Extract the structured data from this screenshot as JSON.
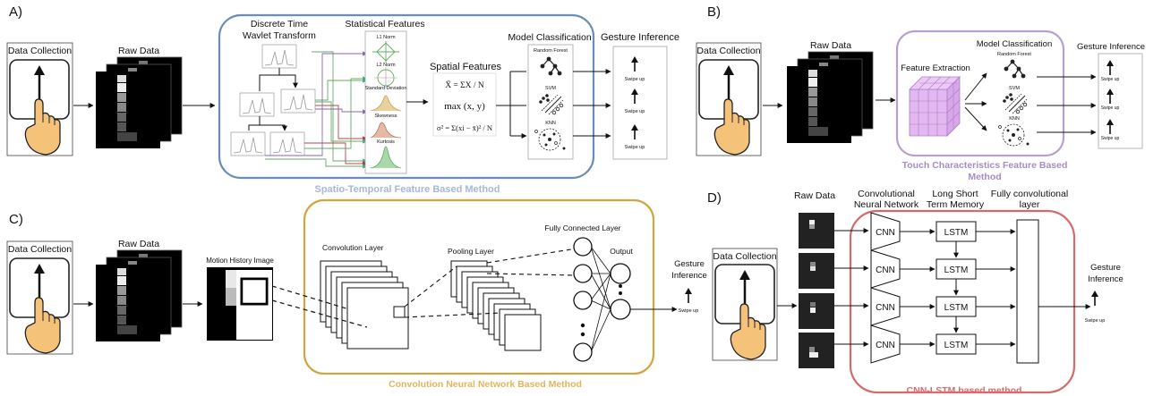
{
  "panels": {
    "a": {
      "letter": "A)",
      "data_collection": "Data Collection",
      "raw_data": "Raw Data",
      "dtwt_line1": "Discrete Time",
      "dtwt_line2": "Wavlet Transform",
      "statistical_features": "Statistical Features",
      "l1_norm": "L1 Norm",
      "l2_norm": "L2 Norm",
      "std_dev": "Standard Deviation",
      "skewness": "Skewness",
      "kurtosis": "Kurtosis",
      "spatial_features": "Spatial Features",
      "formula_mean": "X̄ = ΣX / N",
      "formula_max": "max (x, y)",
      "formula_var": "σ² = Σ(xi − x̄)² / N",
      "model_classification": "Model Classification",
      "random_forest": "Random Forest",
      "svm": "SVM",
      "knn": "KNN",
      "gesture_inference": "Gesture Inference",
      "swipe_up": "Swipe up",
      "method": "Spatio-Temporal Feature Based Method"
    },
    "b": {
      "letter": "B)",
      "data_collection": "Data Collection",
      "raw_data": "Raw Data",
      "feature_extraction": "Feature Extraction",
      "model_classification": "Model Classification",
      "random_forest": "Random Forest",
      "svm": "SVM",
      "knn": "KNN",
      "gesture_inference": "Gesture Inference",
      "swipe_up": "Swipe up",
      "method_line1": "Touch Characteristics Feature Based",
      "method_line2": "Method"
    },
    "c": {
      "letter": "C)",
      "data_collection": "Data Collection",
      "raw_data": "Raw Data",
      "mhi": "Motion History Image",
      "conv_layer": "Convolution Layer",
      "pool_layer": "Pooling Layer",
      "fc_layer": "Fully Connected Layer",
      "output": "Output",
      "gesture_line1": "Gesture",
      "gesture_line2": "Inference",
      "swipe_up": "Swipe up",
      "method": "Convolution Neural Network Based Method"
    },
    "d": {
      "letter": "D)",
      "raw_data": "Raw Data",
      "cnn_header_line1": "Convolutional",
      "cnn_header_line2": "Neural Network",
      "lstm_header_line1": "Long Short",
      "lstm_header_line2": "Term Memory",
      "fc_header_line1": "Fully convolutional",
      "fc_header_line2": "layer",
      "data_collection": "Data Collection",
      "cnn": "CNN",
      "lstm": "LSTM",
      "gesture_line1": "Gesture",
      "gesture_line2": "Inference",
      "swipe_up": "Swipe up",
      "method": "CNN-LSTM based method"
    }
  },
  "colors": {
    "panel_a_border": "#6b8bb8",
    "panel_a_label": "#a4b8d8",
    "panel_b_border": "#b89fd1",
    "panel_b_label": "#a58cc7",
    "panel_c_border": "#d1a640",
    "panel_c_label": "#e3b55a",
    "panel_d_border": "#d66a6a",
    "panel_d_label": "#e06a6a",
    "finger": "#f5c27a",
    "cube": "#e3b8f0"
  }
}
